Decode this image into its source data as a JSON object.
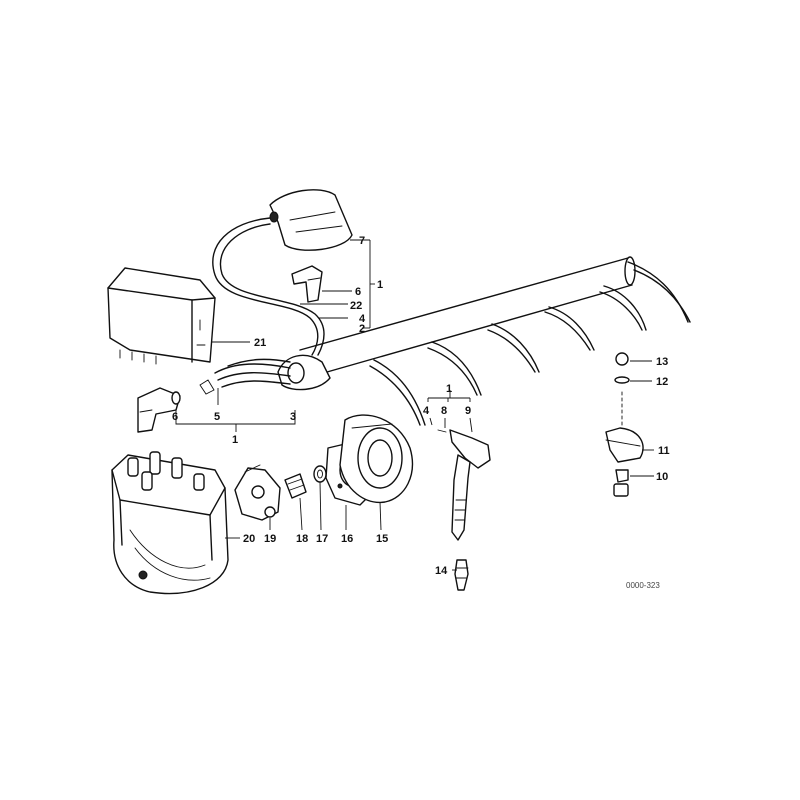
{
  "callouts": {
    "n1a": "1",
    "n1b": "1",
    "n1c": "1",
    "n2": "2",
    "n3": "3",
    "n4a": "4",
    "n4b": "4",
    "n5": "5",
    "n6a": "6",
    "n6b": "6",
    "n7": "7",
    "n8": "8",
    "n9": "9",
    "n10": "10",
    "n11": "11",
    "n12": "12",
    "n13": "13",
    "n14": "14",
    "n15": "15",
    "n16": "16",
    "n17": "17",
    "n18": "18",
    "n19": "19",
    "n20": "20",
    "n21": "21",
    "n22": "22"
  },
  "drawing_code": "0000-323"
}
